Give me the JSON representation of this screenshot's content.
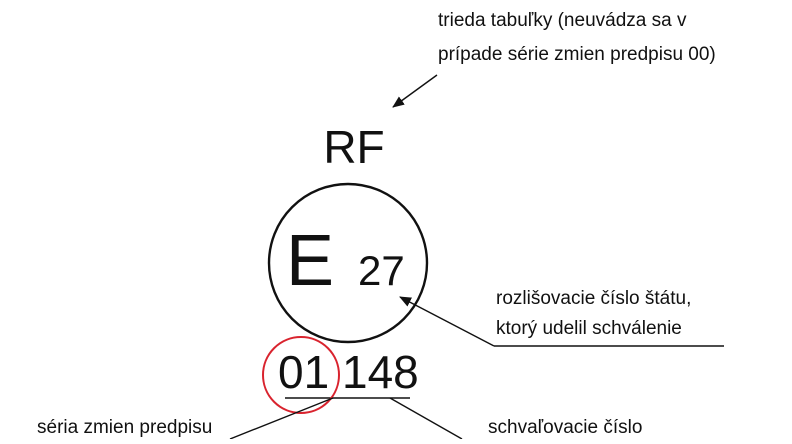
{
  "figure": {
    "table_class_note_line1": "trieda tabuľky (neuvádza sa v",
    "table_class_note_line2": "prípade série zmien predpisu 00)",
    "table_class_code": "RF",
    "circle_letter": "E",
    "country_number": "27",
    "country_note_line1": "rozlišovacie číslo štátu,",
    "country_note_line2": "ktorý udelil schválenie",
    "series_digits": "01",
    "approval_digits": "148",
    "series_note": "séria zmien predpisu",
    "approval_note": "schvaľovacie číslo"
  },
  "colors": {
    "ink": "#111111",
    "highlight_circle": "#d9232e"
  }
}
